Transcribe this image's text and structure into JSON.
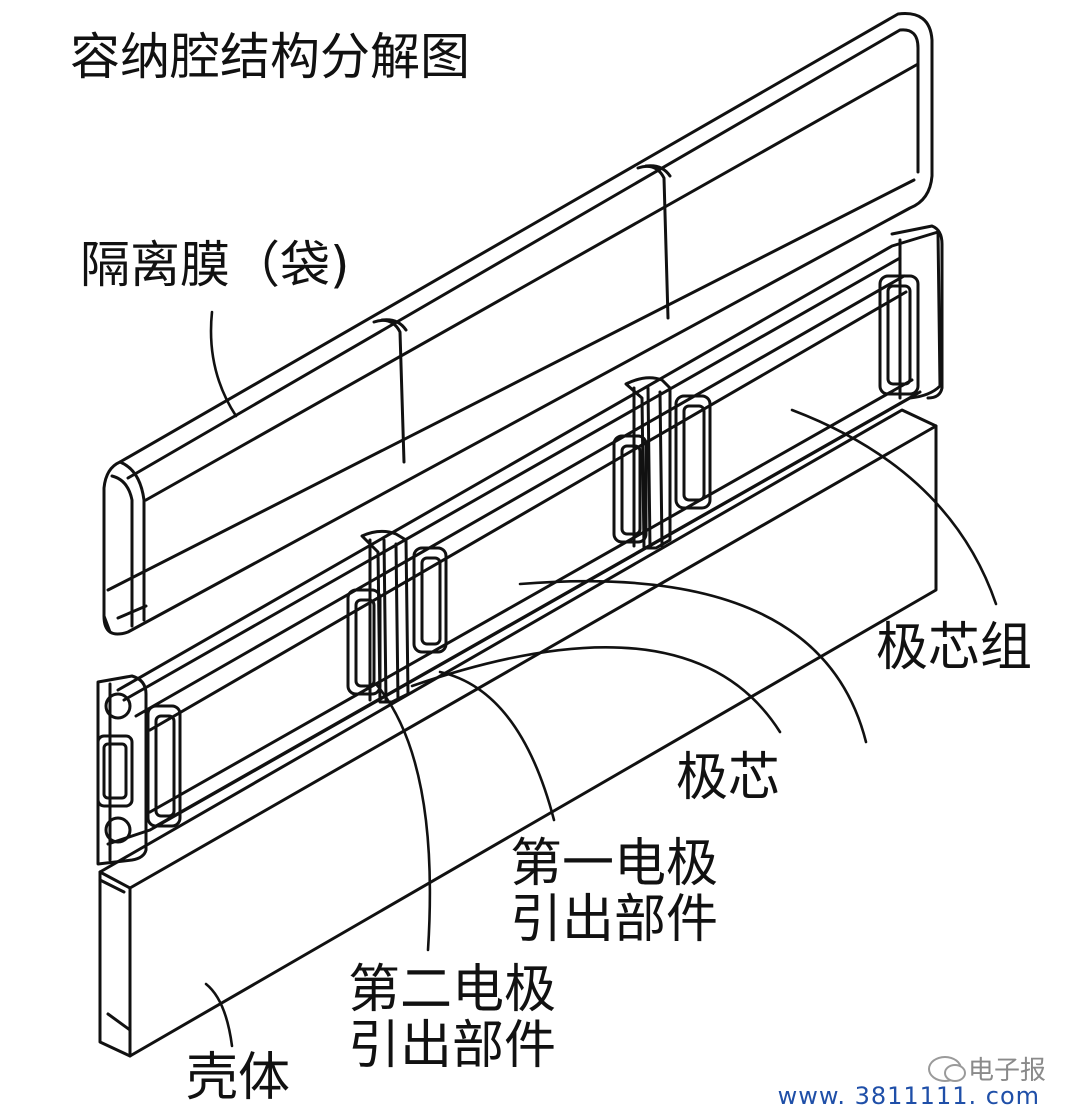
{
  "diagram": {
    "title": "容纳腔结构分解图",
    "labels": {
      "separator": "隔离膜（袋)",
      "core_group": "极芯组",
      "core": "极芯",
      "first_lead_line1": "第一电极",
      "first_lead_line2": "引出部件",
      "second_lead_line1": "第二电极",
      "second_lead_line2": "引出部件",
      "shell": "壳体"
    },
    "watermark": {
      "icon": "wechat-icon",
      "text": "电子报"
    },
    "url": "www. 3811111. com"
  },
  "colors": {
    "line": "#111111",
    "background": "#ffffff",
    "url": "#1f4fa8",
    "watermark": "#8a8a8a"
  }
}
